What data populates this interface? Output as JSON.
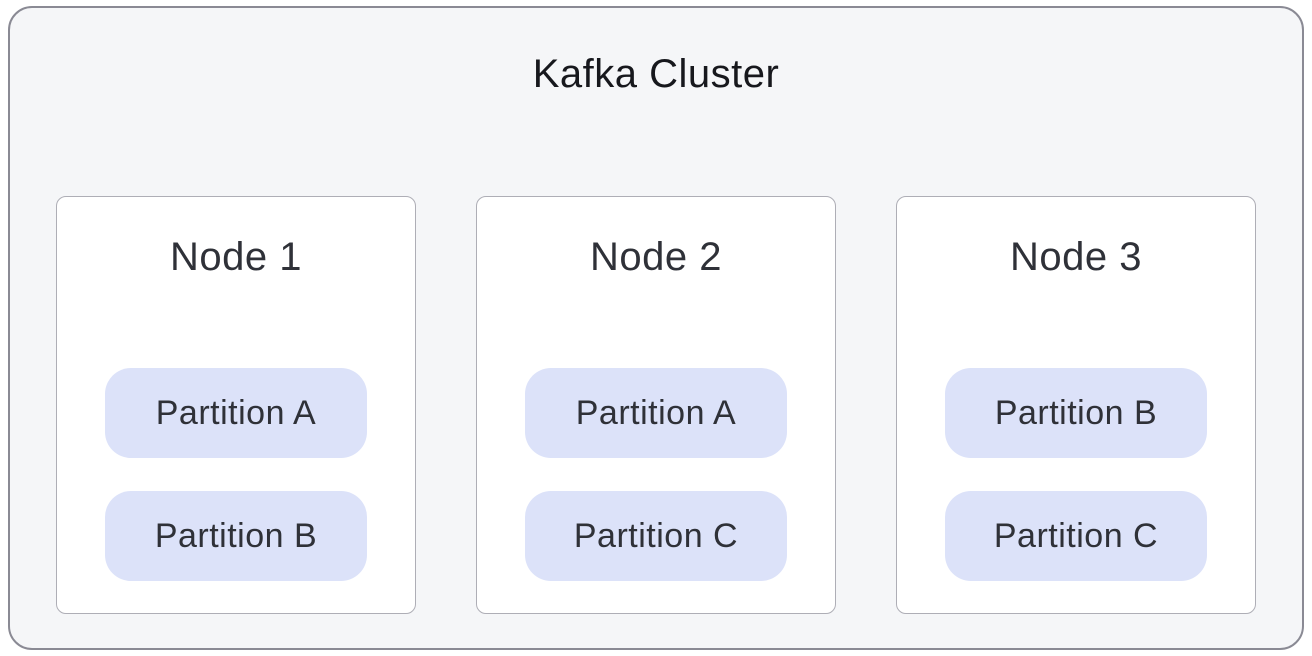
{
  "diagram": {
    "title": "Kafka Cluster",
    "colors": {
      "background": "#f5f6f8",
      "outer_border": "#8a8a94",
      "node_background": "#ffffff",
      "node_border": "#aeaeb6",
      "partition_background": "#dce2f9",
      "title_text": "#17181d",
      "node_text": "#2f3138"
    },
    "nodes": [
      {
        "label": "Node 1",
        "partitions": [
          "Partition A",
          "Partition B"
        ]
      },
      {
        "label": "Node 2",
        "partitions": [
          "Partition A",
          "Partition C"
        ]
      },
      {
        "label": "Node 3",
        "partitions": [
          "Partition B",
          "Partition C"
        ]
      }
    ]
  }
}
